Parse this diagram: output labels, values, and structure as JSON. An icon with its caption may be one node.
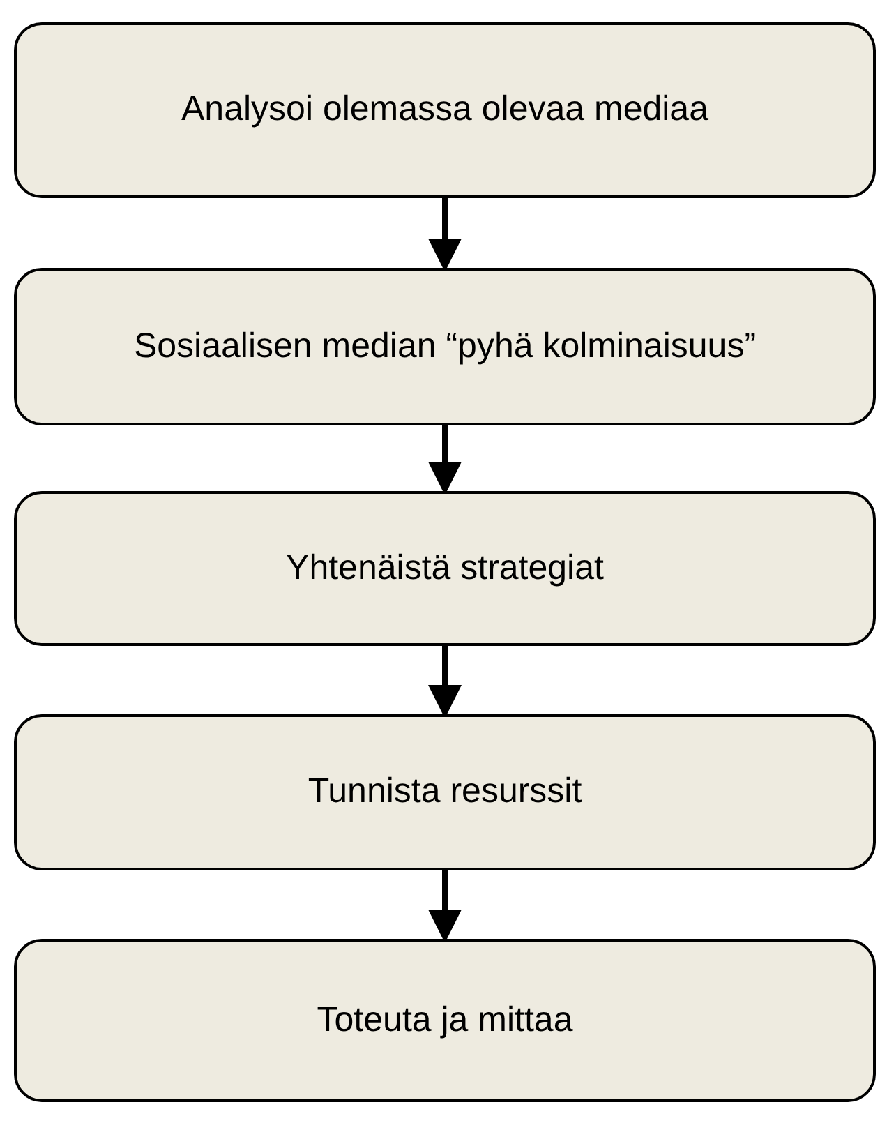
{
  "diagram": {
    "nodes": [
      {
        "text": [
          "Analysoi olemassa olevaa mediaa"
        ]
      },
      {
        "text": [
          "Sosiaalisen median “pyhä kolminaisuus”"
        ]
      },
      {
        "text": [
          "Yhtenäistä strategiat"
        ]
      },
      {
        "text": [
          "Tunnista resurssit"
        ]
      },
      {
        "text": [
          "Toteuta ja mittaa"
        ]
      }
    ],
    "edges": [
      {
        "from": 0,
        "to": 1,
        "arrow": "to"
      },
      {
        "from": 1,
        "to": 2,
        "arrow": "to"
      },
      {
        "from": 2,
        "to": 3,
        "arrow": "to"
      },
      {
        "from": 3,
        "to": 4,
        "arrow": "to"
      }
    ]
  }
}
